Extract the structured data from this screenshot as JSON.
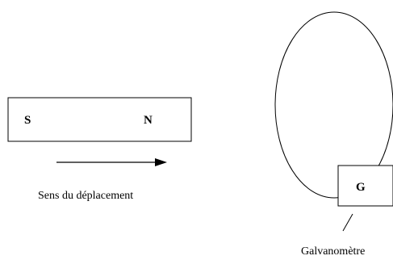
{
  "diagram": {
    "magnet": {
      "south_pole": "S",
      "north_pole": "N"
    },
    "motion_caption": "Sens du déplacement",
    "galvanometer": {
      "symbol": "G",
      "caption": "Galvanomètre"
    },
    "colors": {
      "stroke": "#000000",
      "background": "#ffffff"
    }
  }
}
